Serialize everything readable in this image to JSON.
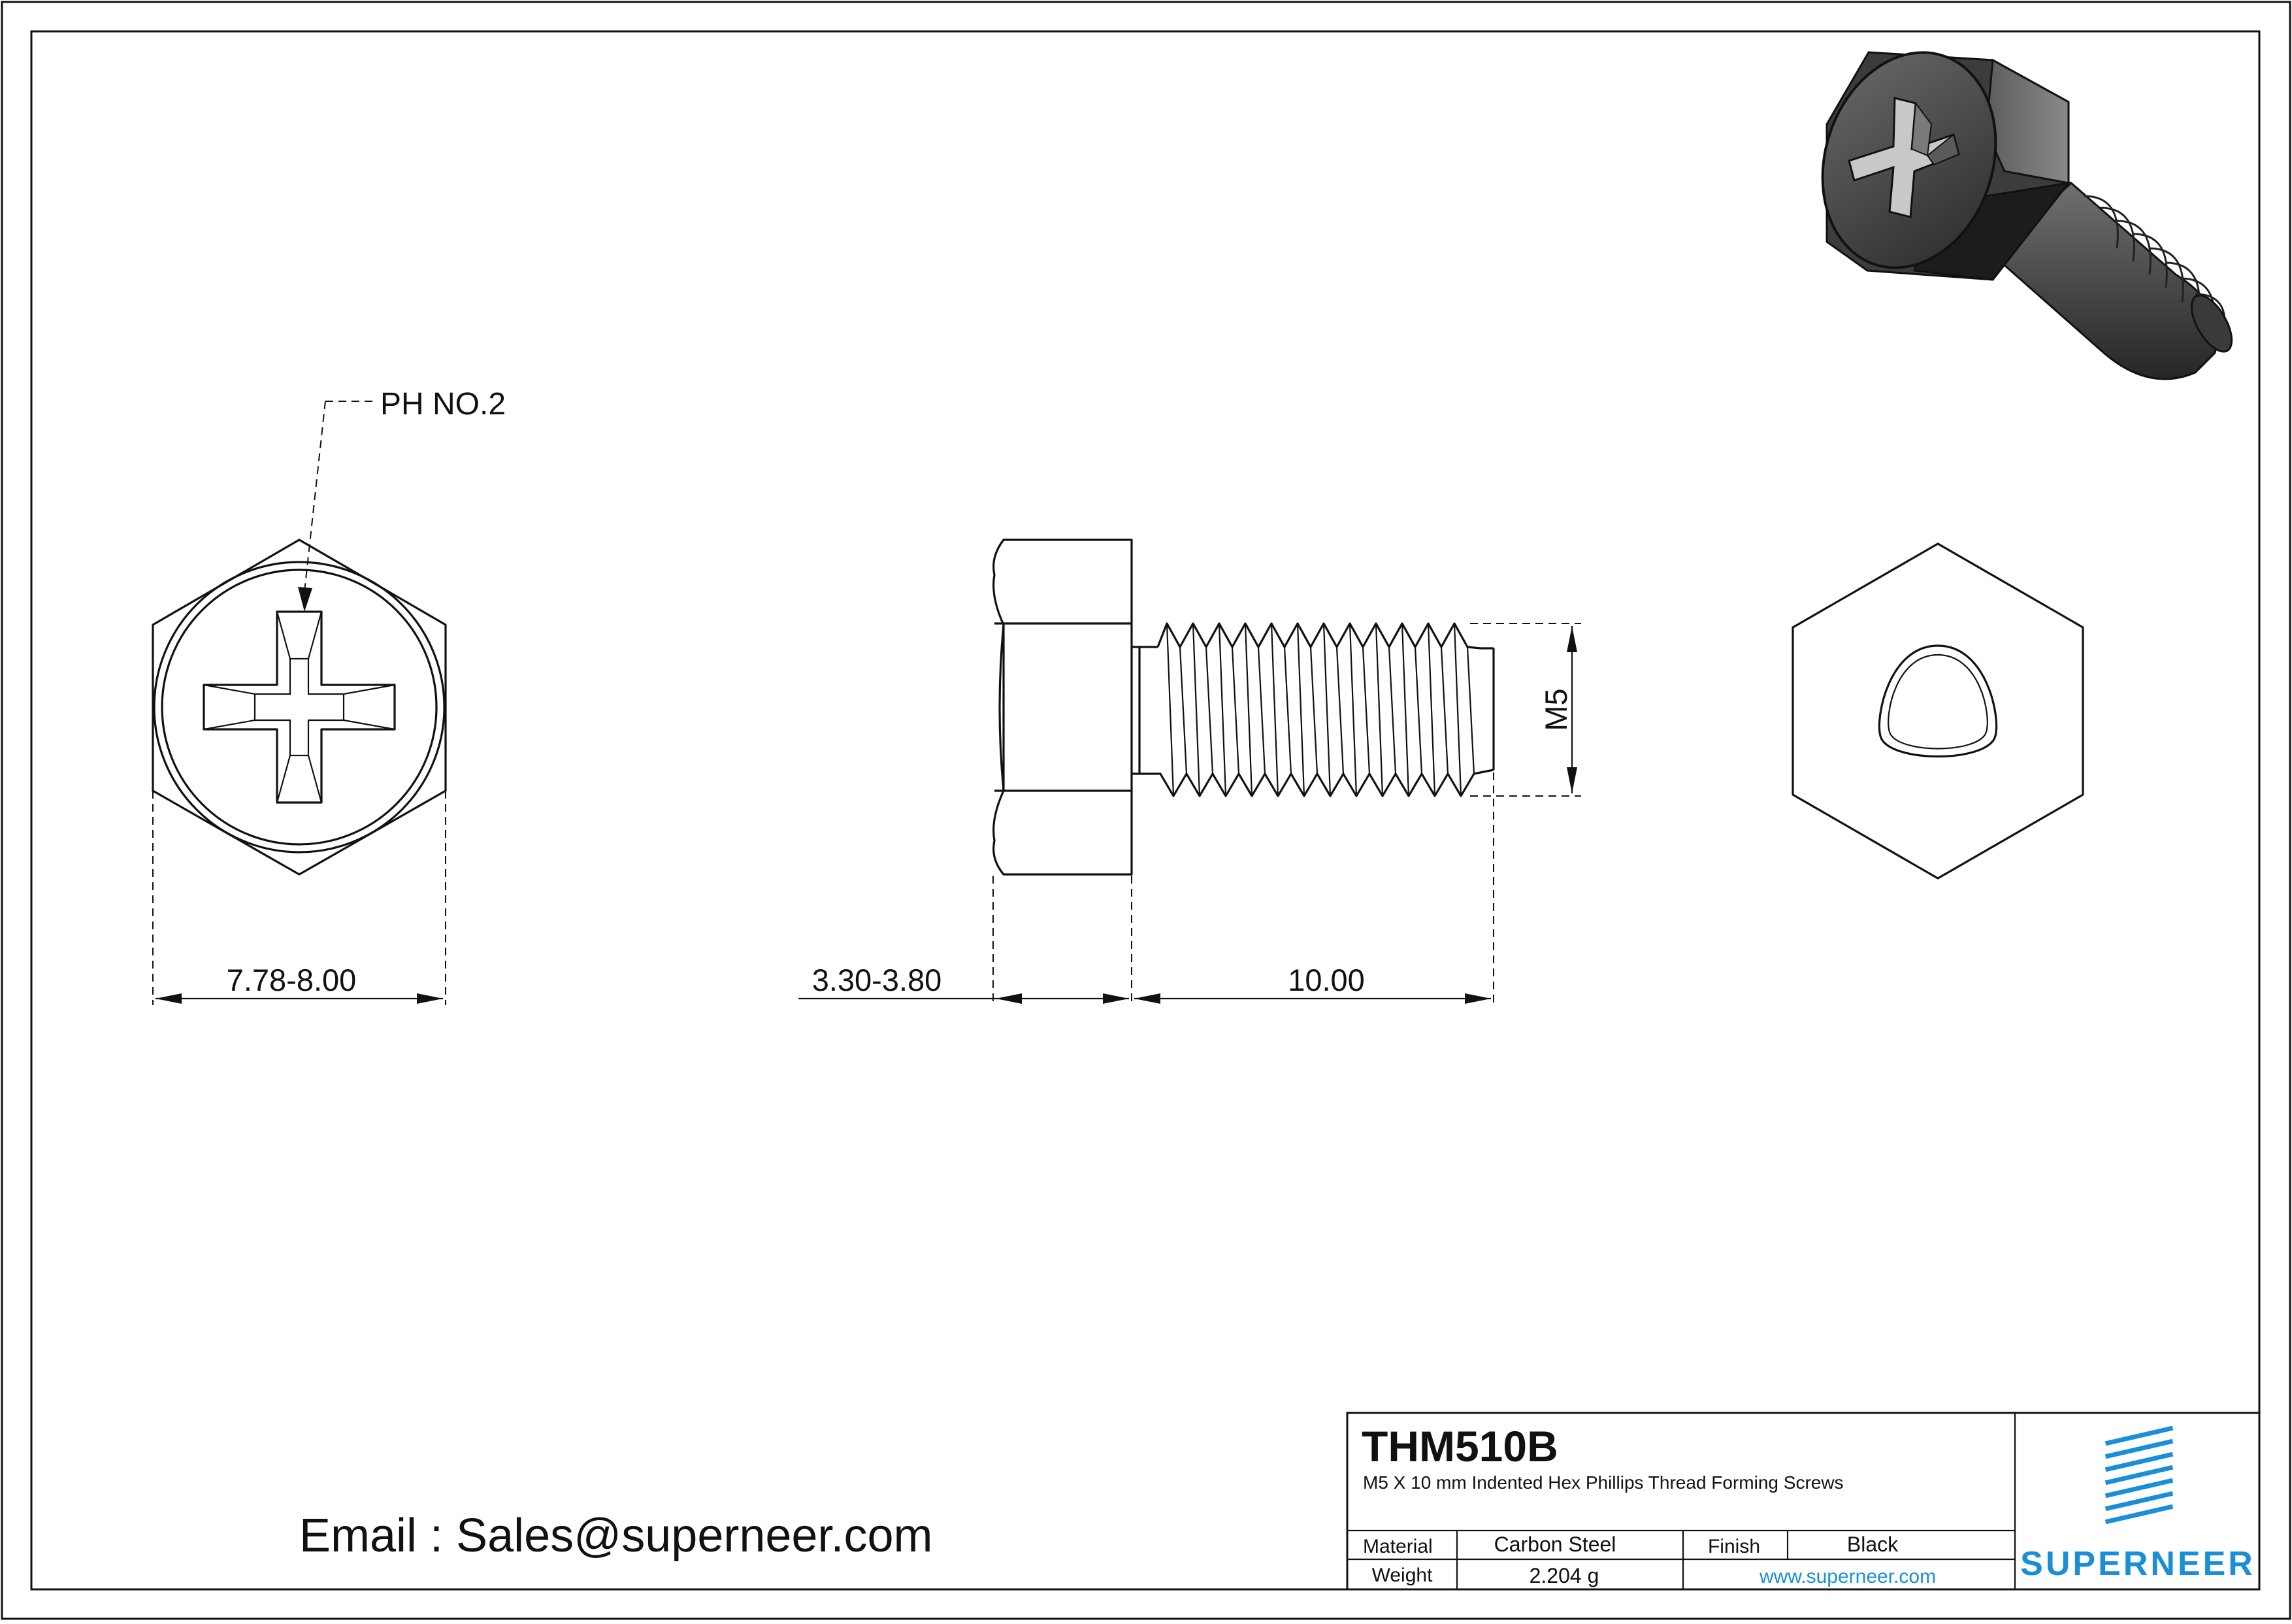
{
  "drawing": {
    "callout": "PH NO.2",
    "dims": {
      "across_flats": "7.78-8.00",
      "head_height": "3.30-3.80",
      "length": "10.00",
      "thread": "M5"
    },
    "email": "Email : Sales@superneer.com"
  },
  "title_block": {
    "part_number": "THM510B",
    "description": "M5 X 10 mm Indented Hex Phillips Thread Forming Screws",
    "material_label": "Material",
    "material_value": "Carbon Steel",
    "finish_label": "Finish",
    "finish_value": "Black",
    "weight_label": "Weight",
    "weight_value": "2.204 g",
    "website": "www.superneer.com",
    "brand": "SUPERNEER",
    "brand_color": "#1a8fd6"
  }
}
